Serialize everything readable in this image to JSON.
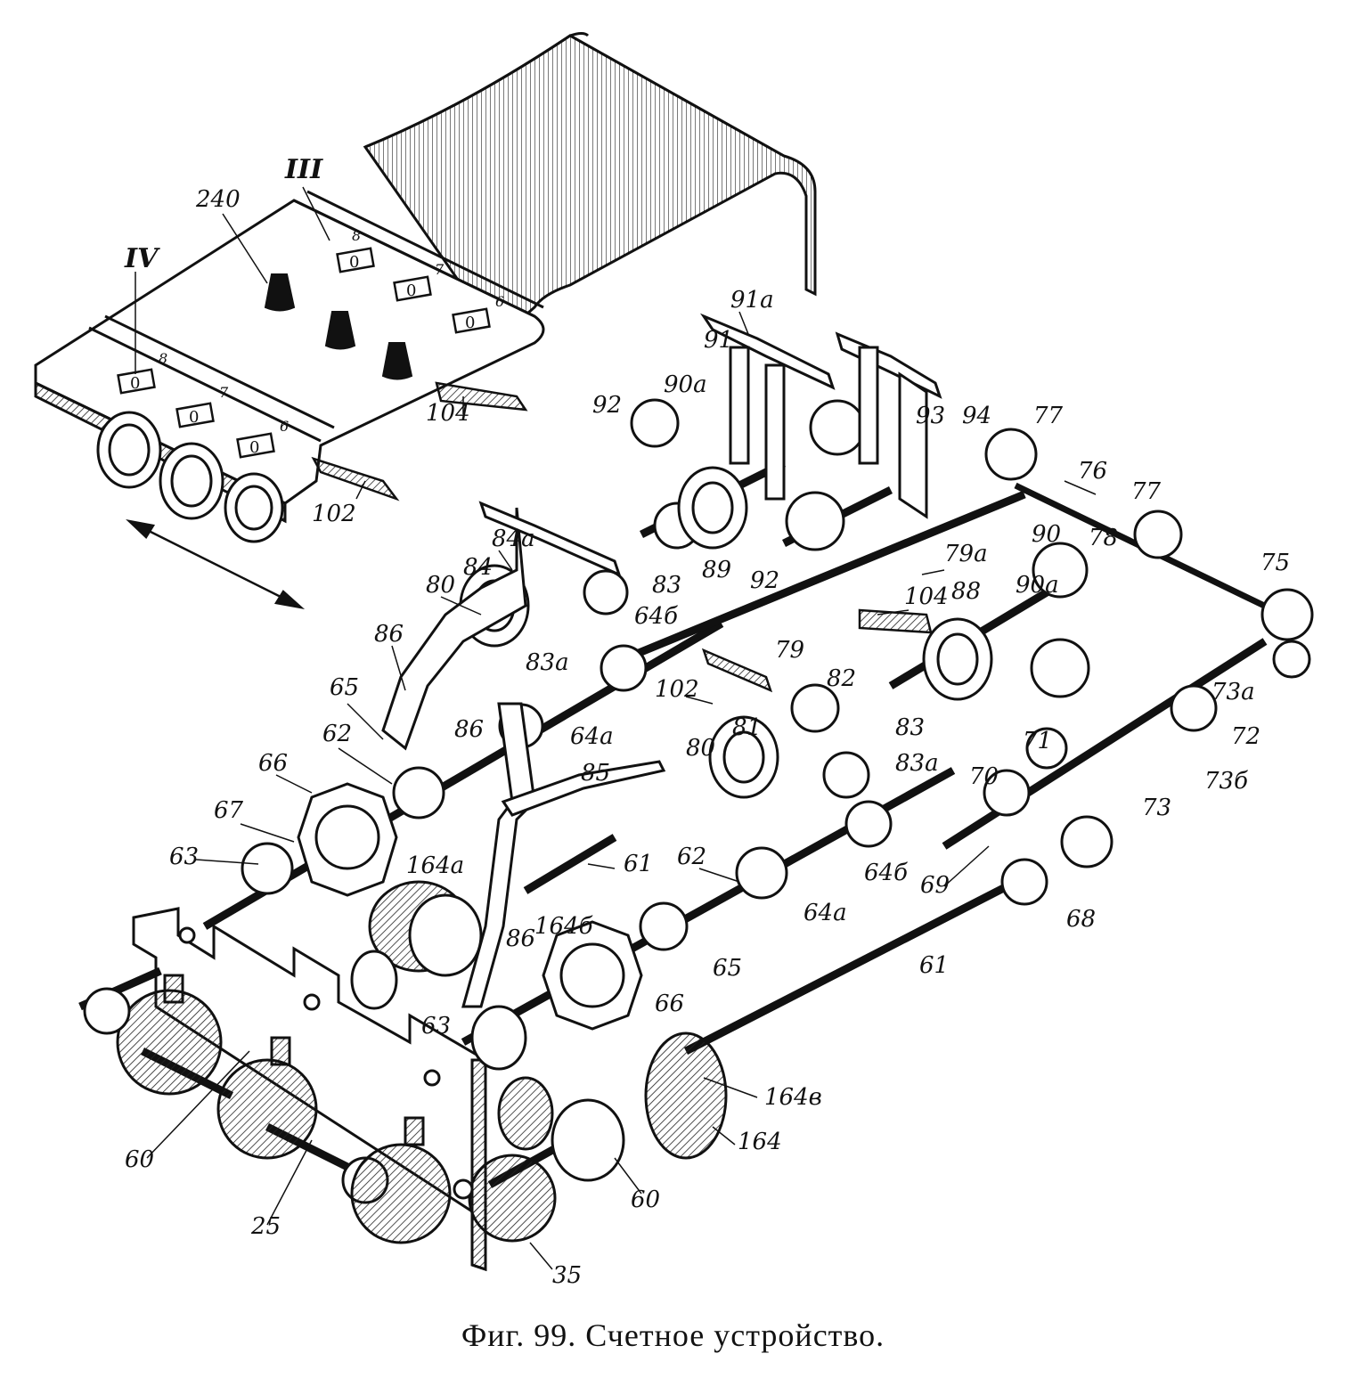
{
  "caption": "Фиг. 99. Счетное устройство.",
  "labels": {
    "l_iii": "III",
    "l_iv": "IV",
    "l_240": "240",
    "l_104a": "104",
    "l_102a": "102",
    "l_91a": "91а",
    "l_91": "91",
    "l_90a_top": "90а",
    "l_92_top": "92",
    "l_93": "93",
    "l_94": "94",
    "l_77a": "77",
    "l_76": "76",
    "l_77b": "77",
    "l_75": "75",
    "l_84a": "84а",
    "l_84": "84",
    "l_80_top": "80",
    "l_83_top": "83",
    "l_64b_top": "64б",
    "l_89": "89",
    "l_92_mid": "92",
    "l_79a": "79а",
    "l_104b": "104",
    "l_79": "79",
    "l_90": "90",
    "l_78": "78",
    "l_88": "88",
    "l_90a_mid": "90а",
    "l_86_top": "86",
    "l_83a_top": "83а",
    "l_102b": "102",
    "l_82": "82",
    "l_81": "81",
    "l_83_mid": "83",
    "l_80_mid": "80",
    "l_83a_mid": "83а",
    "l_65_top": "65",
    "l_62_top": "62",
    "l_86_mid": "86",
    "l_64a_top": "64а",
    "l_85": "85",
    "l_66_top": "66",
    "l_67": "67",
    "l_63_top": "63",
    "l_164a": "164а",
    "l_61_top": "61",
    "l_164b": "164б",
    "l_62_mid": "62",
    "l_64b_mid": "64б",
    "l_64a_mid": "64а",
    "l_73a": "73а",
    "l_71": "71",
    "l_72": "72",
    "l_70": "70",
    "l_73b": "73б",
    "l_73": "73",
    "l_69": "69",
    "l_68": "68",
    "l_86_low": "86",
    "l_65_low": "65",
    "l_66_low": "66",
    "l_63_low": "63",
    "l_61_low": "61",
    "l_164v": "164в",
    "l_164": "164",
    "l_60_left": "60",
    "l_60_right": "60",
    "l_25": "25",
    "l_35": "35",
    "d8a": "8",
    "d7a": "7",
    "d6a": "6",
    "d8b": "8",
    "d7b": "7",
    "d6b": "6",
    "w1": "0",
    "w2": "0",
    "w3": "0",
    "w4": "0",
    "w5": "0",
    "w6": "0"
  }
}
